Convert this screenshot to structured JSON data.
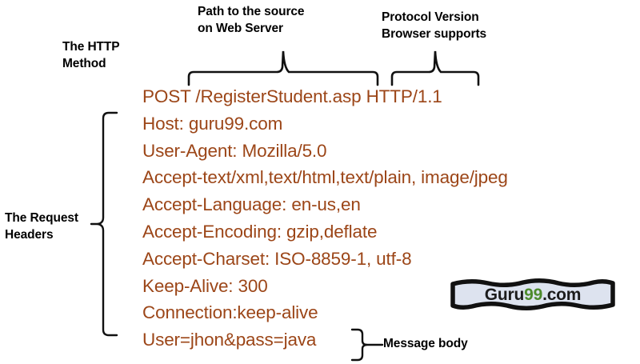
{
  "diagram": {
    "title_text_color": "#9c4618",
    "annotation_color": "#000000",
    "annotations": {
      "http_method": "The HTTP\nMethod",
      "path": "Path to the source\non Web Server",
      "protocol": "Protocol Version\nBrowser supports",
      "request_headers": "The Request\nHeaders",
      "message_body": "Message body"
    },
    "request": {
      "request_line": "POST /RegisterStudent.asp HTTP/1.1",
      "headers": [
        "Host: guru99.com",
        "User-Agent: Mozilla/5.0",
        "Accept-text/xml,text/html,text/plain, image/jpeg",
        "Accept-Language: en-us,en",
        "Accept-Encoding: gzip,deflate",
        "Accept-Charset: ISO-8859-1, utf-8",
        "Keep-Alive: 300",
        "Connection:keep-alive"
      ],
      "body": "User=jhon&pass=java"
    },
    "logo": {
      "part1": "Guru",
      "part2": "99",
      "part3": ".com",
      "fill_color": "#dde3ef",
      "border_color": "#111111",
      "green": "#4d8b2c"
    }
  }
}
